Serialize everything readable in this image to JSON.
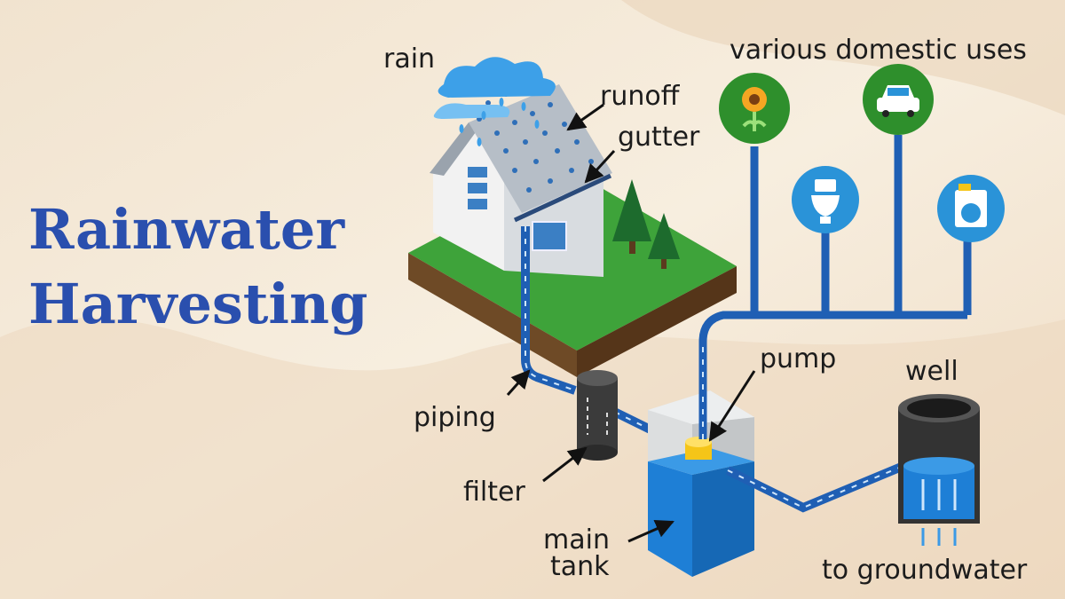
{
  "title": {
    "line1": "Rainwater",
    "line2": "Harvesting"
  },
  "labels": {
    "rain": "rain",
    "runoff": "runoff",
    "gutter": "gutter",
    "uses": "various domestic uses",
    "piping": "piping",
    "filter": "filter",
    "pump": "pump",
    "well": "well",
    "main": "main",
    "tank": "tank",
    "groundwater": "to groundwater"
  },
  "icons": [
    "rain-cloud-icon",
    "sunflower-icon",
    "car-icon",
    "toilet-icon",
    "washing-machine-icon",
    "tree-icon"
  ],
  "colors": {
    "title": "#2a4fae",
    "pipe": "#1f5fb4",
    "water": "#1e7fd6",
    "grass": "#3ea33a",
    "icon_bg_green": "#2e8f2c",
    "icon_bg_blue": "#2a93d8",
    "pump": "#f5c518"
  }
}
